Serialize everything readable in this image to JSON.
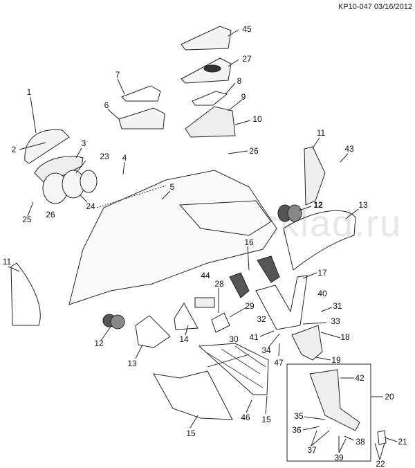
{
  "header": {
    "code": "KP10-047 03/16/2012"
  },
  "watermark": "www.umsklad.ru",
  "callouts": [
    "45",
    "27",
    "7",
    "8",
    "1",
    "6",
    "9",
    "10",
    "11",
    "43",
    "2",
    "3",
    "26",
    "23",
    "4",
    "5",
    "24",
    "12",
    "13",
    "25",
    "26",
    "16",
    "11",
    "17",
    "44",
    "28",
    "40",
    "29",
    "31",
    "32",
    "33",
    "14",
    "41",
    "18",
    "30",
    "12",
    "34",
    "47",
    "19",
    "13",
    "20",
    "42",
    "46",
    "15",
    "15",
    "35",
    "36",
    "21",
    "38",
    "37",
    "39",
    "22"
  ]
}
